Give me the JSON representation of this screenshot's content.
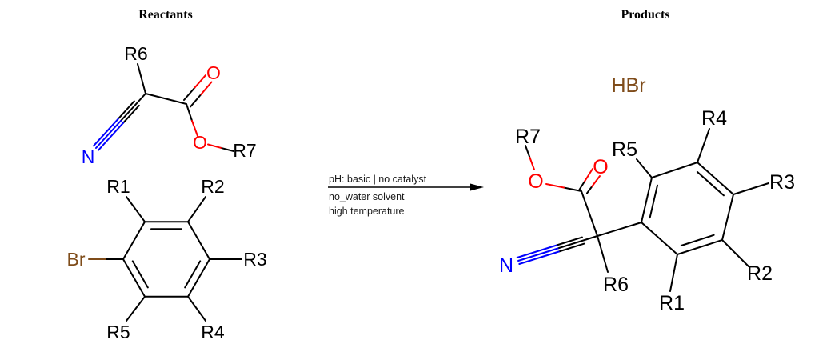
{
  "titles": {
    "reactants": "Reactants",
    "products": "Products"
  },
  "arrow": {
    "condition_line1": "pH: basic | no catalyst",
    "condition_line2": "no_water solvent",
    "condition_line3": "high temperature"
  },
  "colors": {
    "bond": "#000000",
    "oxygen": "#ff0000",
    "nitrogen": "#0000ff",
    "bromine": "#7f4c1a",
    "background": "#ffffff"
  },
  "reactants": {
    "cyanoacetate": {
      "r6": "R6",
      "carbonyl_o": "O",
      "ester_o": "O",
      "r7": "R7",
      "nitrile_n": "N"
    },
    "bromobenzene": {
      "br": "Br",
      "r1": "R1",
      "r2": "R2",
      "r3": "R3",
      "r4": "R4",
      "r5": "R5"
    }
  },
  "products": {
    "hbr": "HBr",
    "arylcyanoacetate": {
      "r7": "R7",
      "ester_o": "O",
      "carbonyl_o": "O",
      "nitrile_n": "N",
      "r6": "R6",
      "r5": "R5",
      "r4": "R4",
      "r3": "R3",
      "r2": "R2",
      "r1": "R1"
    }
  }
}
